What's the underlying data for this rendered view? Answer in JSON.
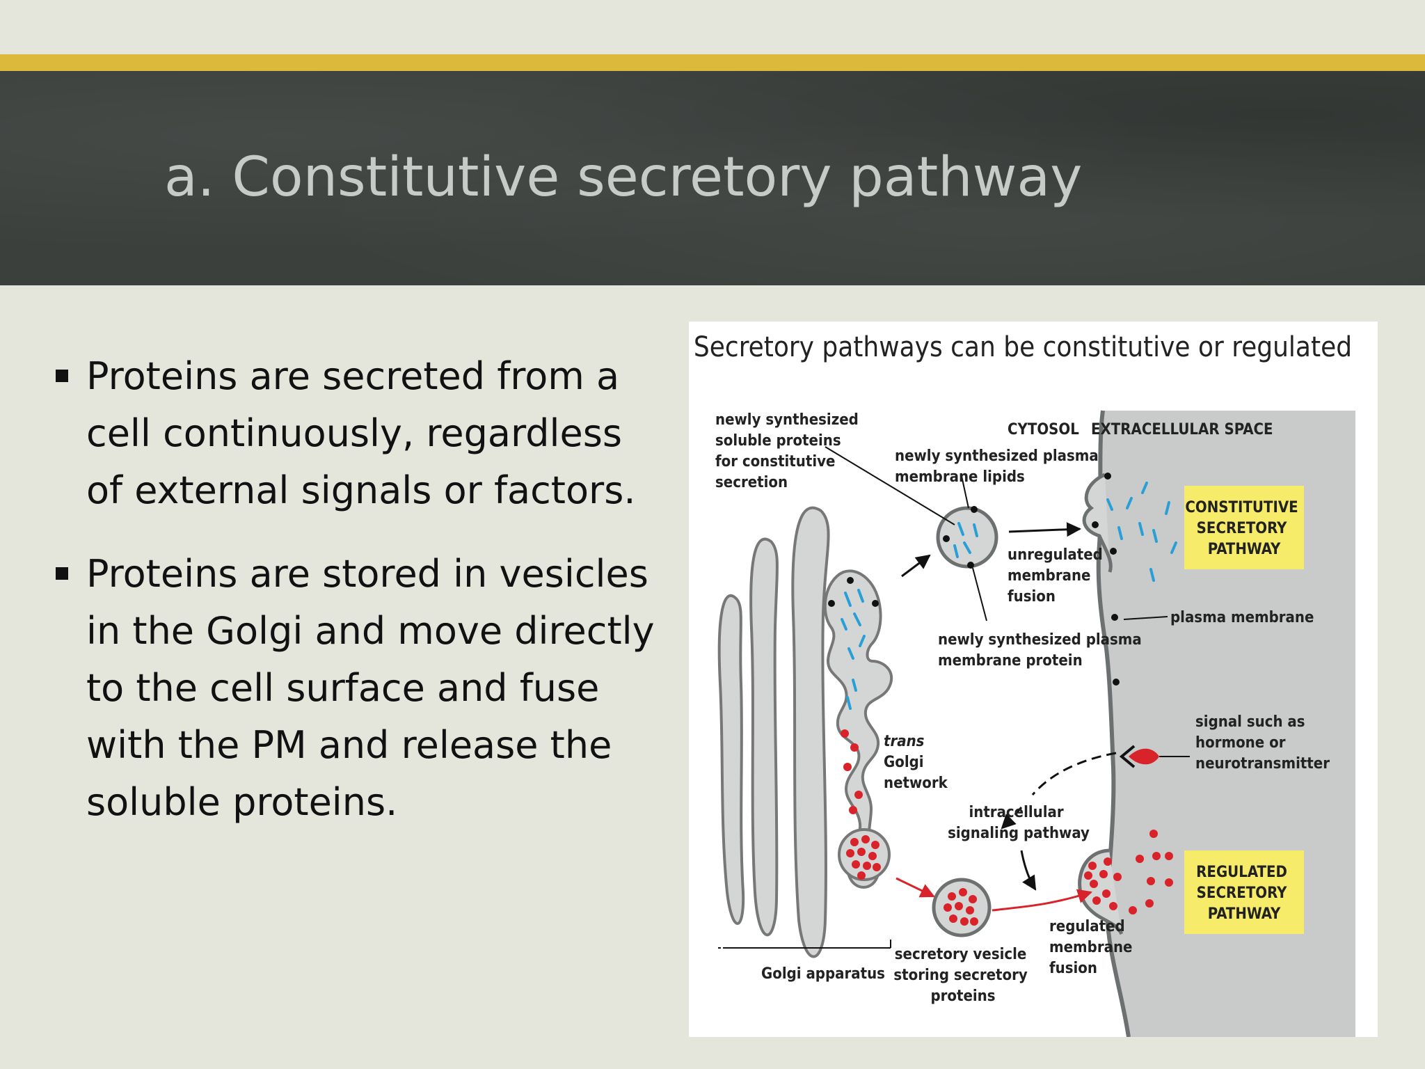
{
  "slide": {
    "title": "a. Constitutive secretory pathway",
    "bullets": [
      "Proteins are secreted from a cell continuously, regardless of external signals or factors.",
      "Proteins are stored in vesicles in the Golgi and move directly to the cell surface and fuse with the PM and release the soluble proteins."
    ]
  },
  "figure": {
    "title": "Secretory pathways can be constitutive or regulated",
    "labels": {
      "newly_synth_soluble": [
        "newly synthesized",
        "soluble proteins",
        "for constitutive",
        "secretion"
      ],
      "cytosol": "CYTOSOL",
      "extracellular_space": "EXTRACELLULAR SPACE",
      "pm_lipids": [
        "newly synthesized plasma",
        "membrane lipids"
      ],
      "unregulated_fusion": [
        "unregulated",
        "membrane",
        "fusion"
      ],
      "pm_protein": [
        "newly synthesized plasma",
        "membrane protein"
      ],
      "plasma_membrane": "plasma membrane",
      "signal": [
        "signal such as",
        "hormone or",
        "neurotransmitter"
      ],
      "trans_golgi_italic": "trans",
      "trans_golgi_rest": [
        "Golgi",
        "network"
      ],
      "intracellular_signaling": [
        "intracellular",
        "signaling pathway"
      ],
      "regulated_fusion": [
        "regulated",
        "membrane",
        "fusion"
      ],
      "golgi_apparatus": "Golgi apparatus",
      "secretory_vesicle": [
        "secretory vesicle",
        "storing secretory",
        "proteins"
      ],
      "constitutive_box": [
        "CONSTITUTIVE",
        "SECRETORY",
        "PATHWAY"
      ],
      "regulated_box": [
        "REGULATED",
        "SECRETORY",
        "PATHWAY"
      ]
    },
    "colors": {
      "soluble_protein": "#2a9fd6",
      "secretory_protein": "#d9232a",
      "highlight_box": "#f6ec6a",
      "extracellular": "#c9cbcb",
      "membrane_fill": "#d4d6d6"
    }
  }
}
